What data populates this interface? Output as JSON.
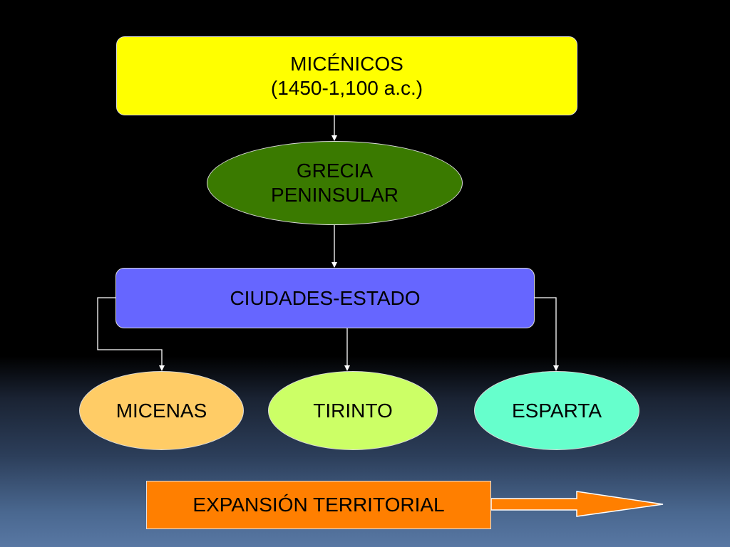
{
  "nodes": {
    "micenicos": {
      "label": "MICÉNICOS\n(1450-1,100 a.c.)",
      "color": "#ffff00"
    },
    "grecia": {
      "label": "GRECIA\nPENINSULAR",
      "color": "#3a7a00"
    },
    "ciudades": {
      "label": "CIUDADES-ESTADO",
      "color": "#6666ff"
    },
    "micenas": {
      "label": "MICENAS",
      "color": "#ffcc66"
    },
    "tirinto": {
      "label": "TIRINTO",
      "color": "#ccff66"
    },
    "esparta": {
      "label": "ESPARTA",
      "color": "#66ffcc"
    },
    "expansion": {
      "label": "EXPANSIÓN TERRITORIAL",
      "color": "#ff7f00"
    }
  },
  "edges": [
    {
      "from": "micenicos",
      "to": "grecia"
    },
    {
      "from": "grecia",
      "to": "ciudades"
    },
    {
      "from": "ciudades",
      "to": "micenas"
    },
    {
      "from": "ciudades",
      "to": "tirinto"
    },
    {
      "from": "ciudades",
      "to": "esparta"
    }
  ],
  "colors": {
    "connector": "#ffffff",
    "arrow_fill": "#ff7f00",
    "arrow_stroke": "#ffffff"
  }
}
